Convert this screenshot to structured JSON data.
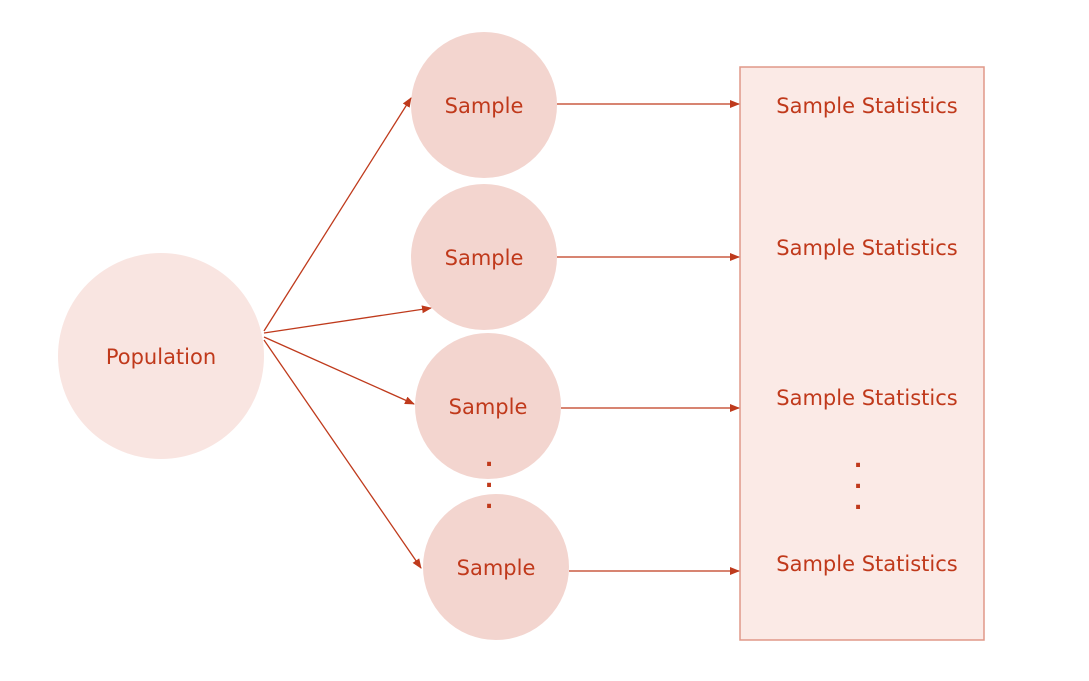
{
  "colors": {
    "population_fill": "#f9e5e1",
    "sample_fill": "#f3d5cf",
    "box_fill": "#fbeae6",
    "box_stroke": "#e09888",
    "line": "#bf3a1c",
    "text": "#c0391b"
  },
  "population": {
    "label": "Population"
  },
  "samples": [
    {
      "label": "Sample"
    },
    {
      "label": "Sample"
    },
    {
      "label": "Sample"
    },
    {
      "label": "Sample"
    }
  ],
  "sample_ellipsis": [
    ".",
    ".",
    "."
  ],
  "statistics": {
    "items": [
      {
        "label": "Sample Statistics"
      },
      {
        "label": "Sample Statistics"
      },
      {
        "label": "Sample Statistics"
      },
      {
        "label": "Sample Statistics"
      }
    ],
    "ellipsis": [
      ".",
      ".",
      "."
    ]
  }
}
